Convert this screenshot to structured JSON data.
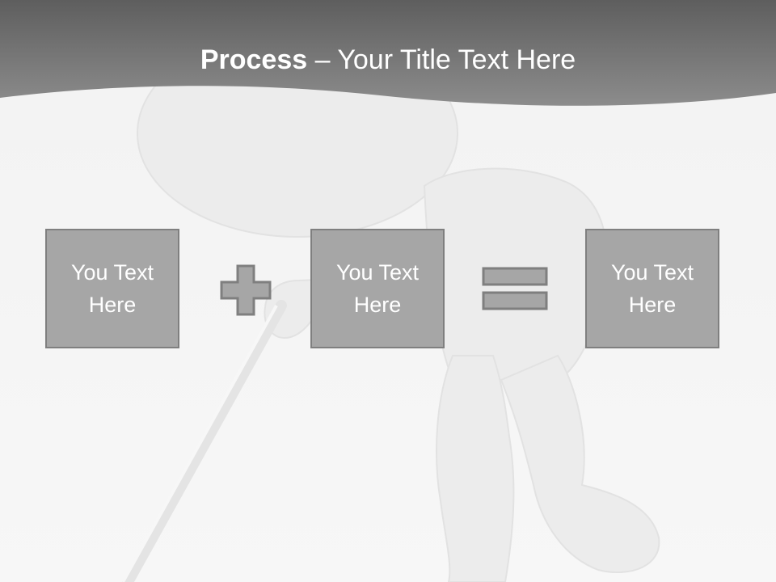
{
  "slide": {
    "title": {
      "bold": "Process",
      "rest": " – Your Title Text Here"
    },
    "boxes": [
      {
        "text": "You Text Here"
      },
      {
        "text": "You Text Here"
      },
      {
        "text": "You Text Here"
      }
    ],
    "operators": [
      "plus-icon",
      "equals-icon"
    ]
  },
  "colors": {
    "header": "#6b6b6b",
    "background": "#f4f4f4",
    "box_fill": "#a6a6a6",
    "box_border": "#7f7f7f",
    "text": "#ffffff"
  }
}
